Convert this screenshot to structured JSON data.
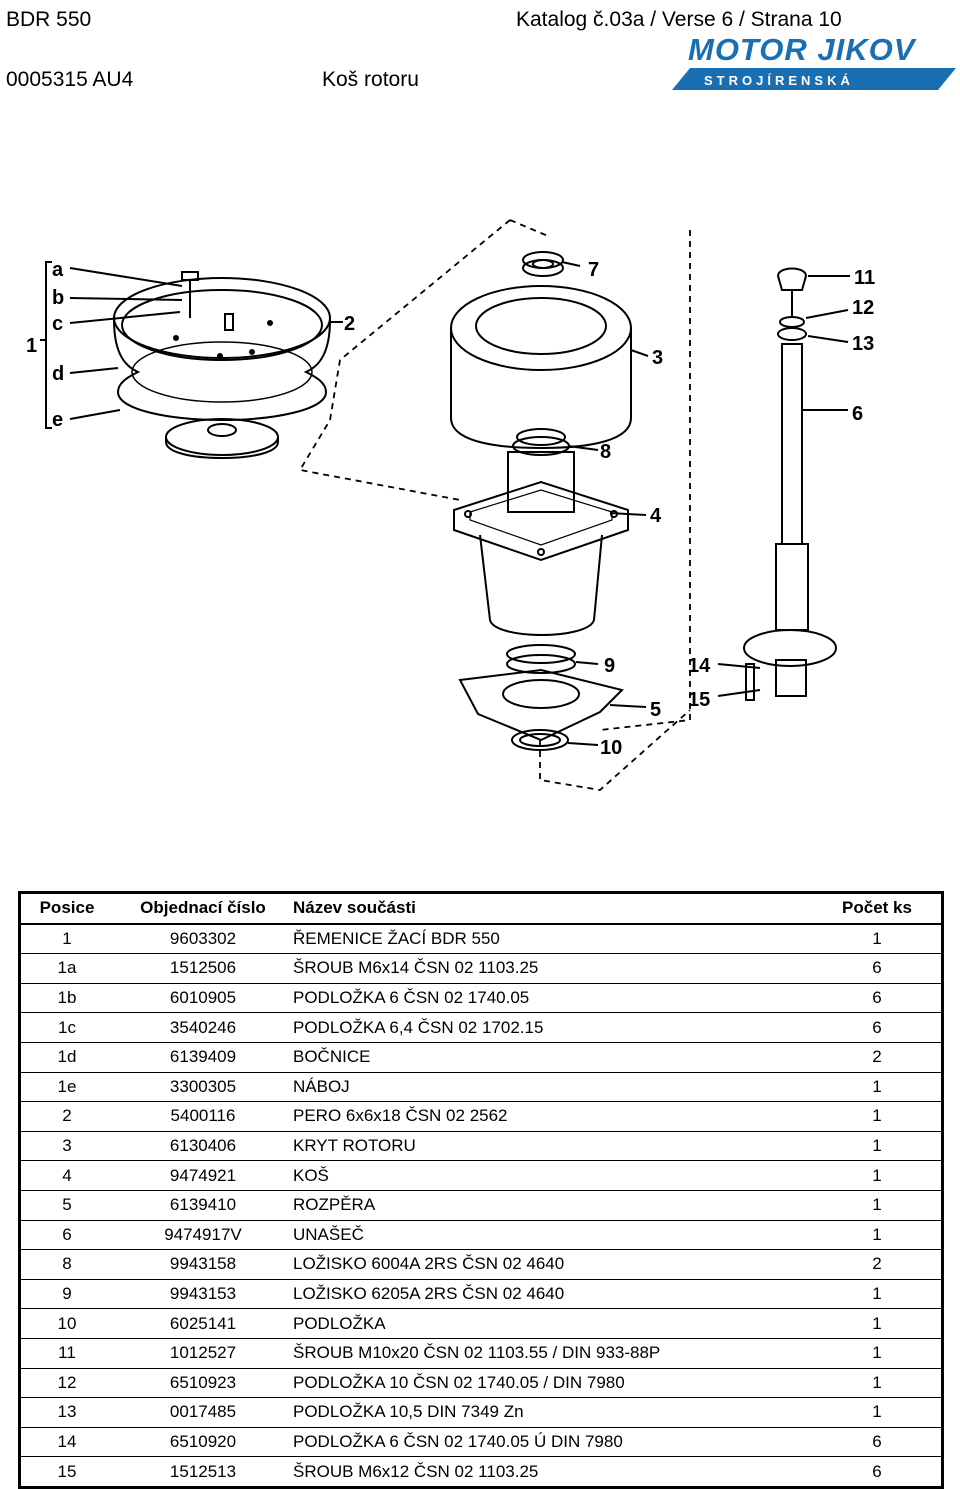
{
  "header": {
    "model": "BDR 550",
    "catalog": "Katalog č.03a / Verse 6 / Strana 10",
    "code": "0005315 AU4",
    "title": "Koš rotoru"
  },
  "logo": {
    "brand": "MOTOR JIKOV",
    "subtitle": "STROJÍRENSKÁ",
    "color": "#1a6fb3"
  },
  "diagram": {
    "callouts": {
      "a": "a",
      "b": "b",
      "c": "c",
      "one": "1",
      "d": "d",
      "e": "e",
      "two": "2",
      "seven": "7",
      "three": "3",
      "eight": "8",
      "four": "4",
      "nine": "9",
      "five": "5",
      "ten": "10",
      "eleven": "11",
      "twelve": "12",
      "thirteen": "13",
      "six": "6",
      "fourteen": "14",
      "fifteen": "15"
    }
  },
  "table": {
    "headers": {
      "pos": "Posice",
      "order": "Objednací číslo",
      "name": "Název součásti",
      "qty": "Počet ks"
    },
    "rows": [
      {
        "pos": "1",
        "order": "9603302",
        "name": "ŘEMENICE ŽACÍ BDR 550",
        "qty": "1"
      },
      {
        "pos": "1a",
        "order": "1512506",
        "name": "ŠROUB M6x14 ČSN 02 1103.25",
        "qty": "6"
      },
      {
        "pos": "1b",
        "order": "6010905",
        "name": "PODLOŽKA 6 ČSN 02 1740.05",
        "qty": "6"
      },
      {
        "pos": "1c",
        "order": "3540246",
        "name": "PODLOŽKA 6,4 ČSN 02 1702.15",
        "qty": "6"
      },
      {
        "pos": "1d",
        "order": "6139409",
        "name": "BOČNICE",
        "qty": "2"
      },
      {
        "pos": "1e",
        "order": "3300305",
        "name": "NÁBOJ",
        "qty": "1"
      },
      {
        "pos": "2",
        "order": "5400116",
        "name": "PERO 6x6x18 ČSN 02 2562",
        "qty": "1"
      },
      {
        "pos": "3",
        "order": "6130406",
        "name": "KRYT ROTORU",
        "qty": "1"
      },
      {
        "pos": "4",
        "order": "9474921",
        "name": "KOŠ",
        "qty": "1"
      },
      {
        "pos": "5",
        "order": "6139410",
        "name": "ROZPĚRA",
        "qty": "1"
      },
      {
        "pos": "6",
        "order": "9474917V",
        "name": "UNAŠEČ",
        "qty": "1"
      },
      {
        "pos": "8",
        "order": "9943158",
        "name": "LOŽISKO 6004A 2RS ČSN 02 4640",
        "qty": "2"
      },
      {
        "pos": "9",
        "order": "9943153",
        "name": "LOŽISKO 6205A 2RS ČSN 02 4640",
        "qty": "1"
      },
      {
        "pos": "10",
        "order": "6025141",
        "name": "PODLOŽKA",
        "qty": "1"
      },
      {
        "pos": "11",
        "order": "1012527",
        "name": "ŠROUB M10x20 ČSN 02 1103.55 / DIN 933-88P",
        "qty": "1"
      },
      {
        "pos": "12",
        "order": "6510923",
        "name": "PODLOŽKA 10 ČSN 02 1740.05 / DIN 7980",
        "qty": "1"
      },
      {
        "pos": "13",
        "order": "0017485",
        "name": "PODLOŽKA 10,5 DIN 7349 Zn",
        "qty": "1"
      },
      {
        "pos": "14",
        "order": "6510920",
        "name": "PODLOŽKA 6 ČSN 02 1740.05 Ú DIN 7980",
        "qty": "6"
      },
      {
        "pos": "15",
        "order": "1512513",
        "name": "ŠROUB M6x12 ČSN 02 1103.25",
        "qty": "6"
      }
    ]
  }
}
